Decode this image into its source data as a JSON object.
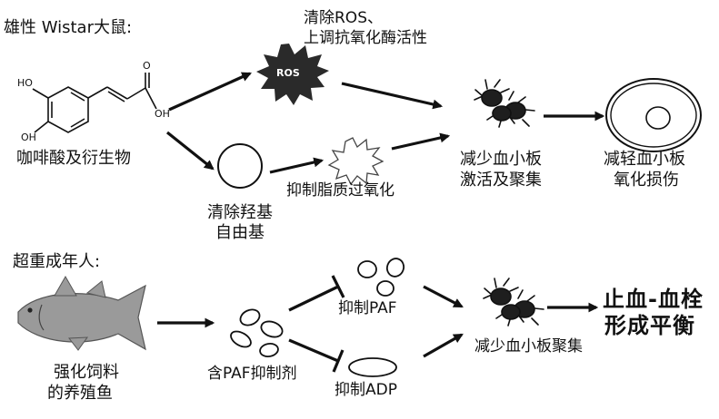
{
  "section1": {
    "title": "雄性 Wistar大鼠:",
    "compound_label": "咖啡酸及衍生物",
    "ros_label": "ROS",
    "ros_clear_line1": "清除ROS、",
    "ros_clear_line2": "上调抗氧化酶活性",
    "hydroxyl_line1": "清除羟基",
    "hydroxyl_line2": "自由基",
    "lipid_label": "抑制脂质过氧化",
    "platelet_line1": "减少血小板",
    "platelet_line2": "激活及聚集",
    "oxid_line1": "减轻血小板",
    "oxid_line2": "氧化损伤",
    "molecule": {
      "ho_top": "HO",
      "ho_bottom": "OH",
      "acid_o": "O",
      "acid_oh": "OH"
    }
  },
  "section2": {
    "title": "超重成年人:",
    "fish_line1": "强化饲料",
    "fish_line2": "的养殖鱼",
    "paf_inhibitor_label": "含PAF抑制剂",
    "inhibit_paf_label": "抑制PAF",
    "inhibit_adp_label": "抑制ADP",
    "aggregation_label": "减少血小板聚集",
    "balance_line1": "止血-血栓",
    "balance_line2": "形成平衡"
  },
  "colors": {
    "ink": "#111111",
    "ros_fill": "#2a2a2a",
    "fish_fill": "#9a9a9a",
    "platelet_fill": "#1e1e1e"
  }
}
